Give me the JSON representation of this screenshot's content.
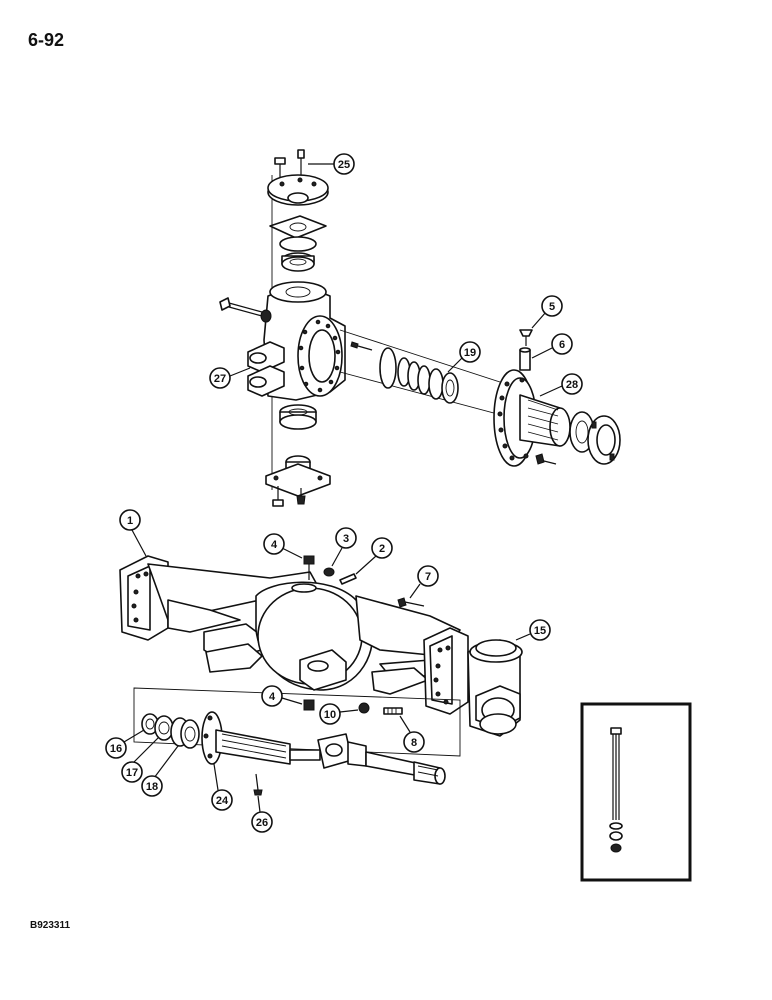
{
  "page": {
    "number": "6-92",
    "footer_code": "B923311"
  },
  "callouts": [
    {
      "id": "c25",
      "label": "25"
    },
    {
      "id": "c5",
      "label": "5"
    },
    {
      "id": "c6",
      "label": "6"
    },
    {
      "id": "c19",
      "label": "19"
    },
    {
      "id": "c28",
      "label": "28"
    },
    {
      "id": "c27",
      "label": "27"
    },
    {
      "id": "c1",
      "label": "1"
    },
    {
      "id": "c4a",
      "label": "4"
    },
    {
      "id": "c3",
      "label": "3"
    },
    {
      "id": "c2",
      "label": "2"
    },
    {
      "id": "c7",
      "label": "7"
    },
    {
      "id": "c15",
      "label": "15"
    },
    {
      "id": "c4b",
      "label": "4"
    },
    {
      "id": "c10",
      "label": "10"
    },
    {
      "id": "c8",
      "label": "8"
    },
    {
      "id": "c16",
      "label": "16"
    },
    {
      "id": "c17",
      "label": "17"
    },
    {
      "id": "c18",
      "label": "18"
    },
    {
      "id": "c24",
      "label": "24"
    },
    {
      "id": "c26",
      "label": "26"
    }
  ]
}
